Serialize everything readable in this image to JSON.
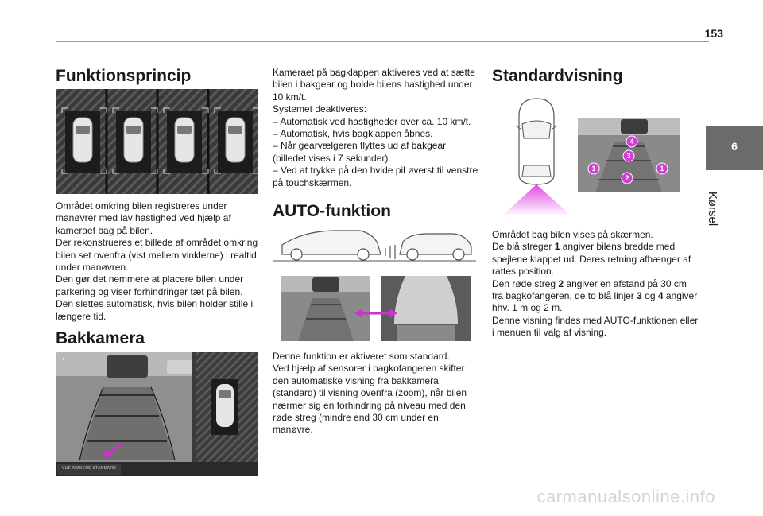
{
  "page": {
    "number": "153"
  },
  "chapter": {
    "number": "6",
    "title": "Kørsel"
  },
  "sections": {
    "funktionsprincip": {
      "heading": "Funktionsprincip",
      "body": [
        "Området omkring bilen registreres under manøvrer med lav hastighed ved hjælp af kameraet bag på bilen.",
        "Der rekonstrueres et billede af området omkring bilen set ovenfra (vist mellem vinklerne) i realtid under manøvren.",
        "Den gør det nemmere at placere bilen under parkering og viser forhindringer tæt på bilen.",
        "Den slettes automatisk, hvis bilen holder stille i længere tid."
      ]
    },
    "bakkamera": {
      "heading": "Bakkamera",
      "screen_label": "VUE ARRIERE STANDARD"
    },
    "col2_intro": {
      "body": [
        "Kameraet på bagklappen aktiveres ved at sætte bilen i bakgear og holde bilens hastighed under 10 km/t.",
        "Systemet deaktiveres:",
        "–  Automatisk ved hastigheder over ca. 10 km/t.",
        "–  Automatisk, hvis bagklappen åbnes.",
        "–  Når gearvælgeren flyttes ud af bakgear (billedet vises i 7 sekunder).",
        "–  Ved at trykke på den hvide pil øverst til venstre på touchskærmen."
      ]
    },
    "auto": {
      "heading": "AUTO-funktion",
      "body": [
        "Denne funktion er aktiveret som standard.",
        "Ved hjælp af sensorer i bagkofangeren skifter den automatiske visning fra bakkamera (standard) til visning ovenfra (zoom), når bilen nærmer sig en forhindring på niveau med den røde streg (mindre end 30 cm under en manøvre."
      ]
    },
    "standard": {
      "heading": "Standardvisning",
      "callouts": [
        "1",
        "2",
        "3",
        "4",
        "1"
      ],
      "body_html_parts": {
        "l1": "Området bag bilen vises på skærmen.",
        "l2a": "De blå streger ",
        "l2b": "1",
        "l2c": " angiver bilens bredde med spejlene klappet ud. Deres retning afhænger af rattes position.",
        "l3a": "Den røde streg ",
        "l3b": "2",
        "l3c": " angiver en afstand på 30 cm fra bagkofangeren, de to blå linjer ",
        "l3d": "3",
        "l3e": " og ",
        "l3f": "4",
        "l3g": " angiver hhv. 1 m og 2 m.",
        "l4": "Denne visning findes med AUTO-funktionen eller i menuen til valg af visning."
      }
    }
  },
  "watermark": "carmanualsonline.info",
  "colors": {
    "callout": "#d63bd6",
    "chapter_tab": "#6b6b6b",
    "arrow": "#cc33cc"
  }
}
